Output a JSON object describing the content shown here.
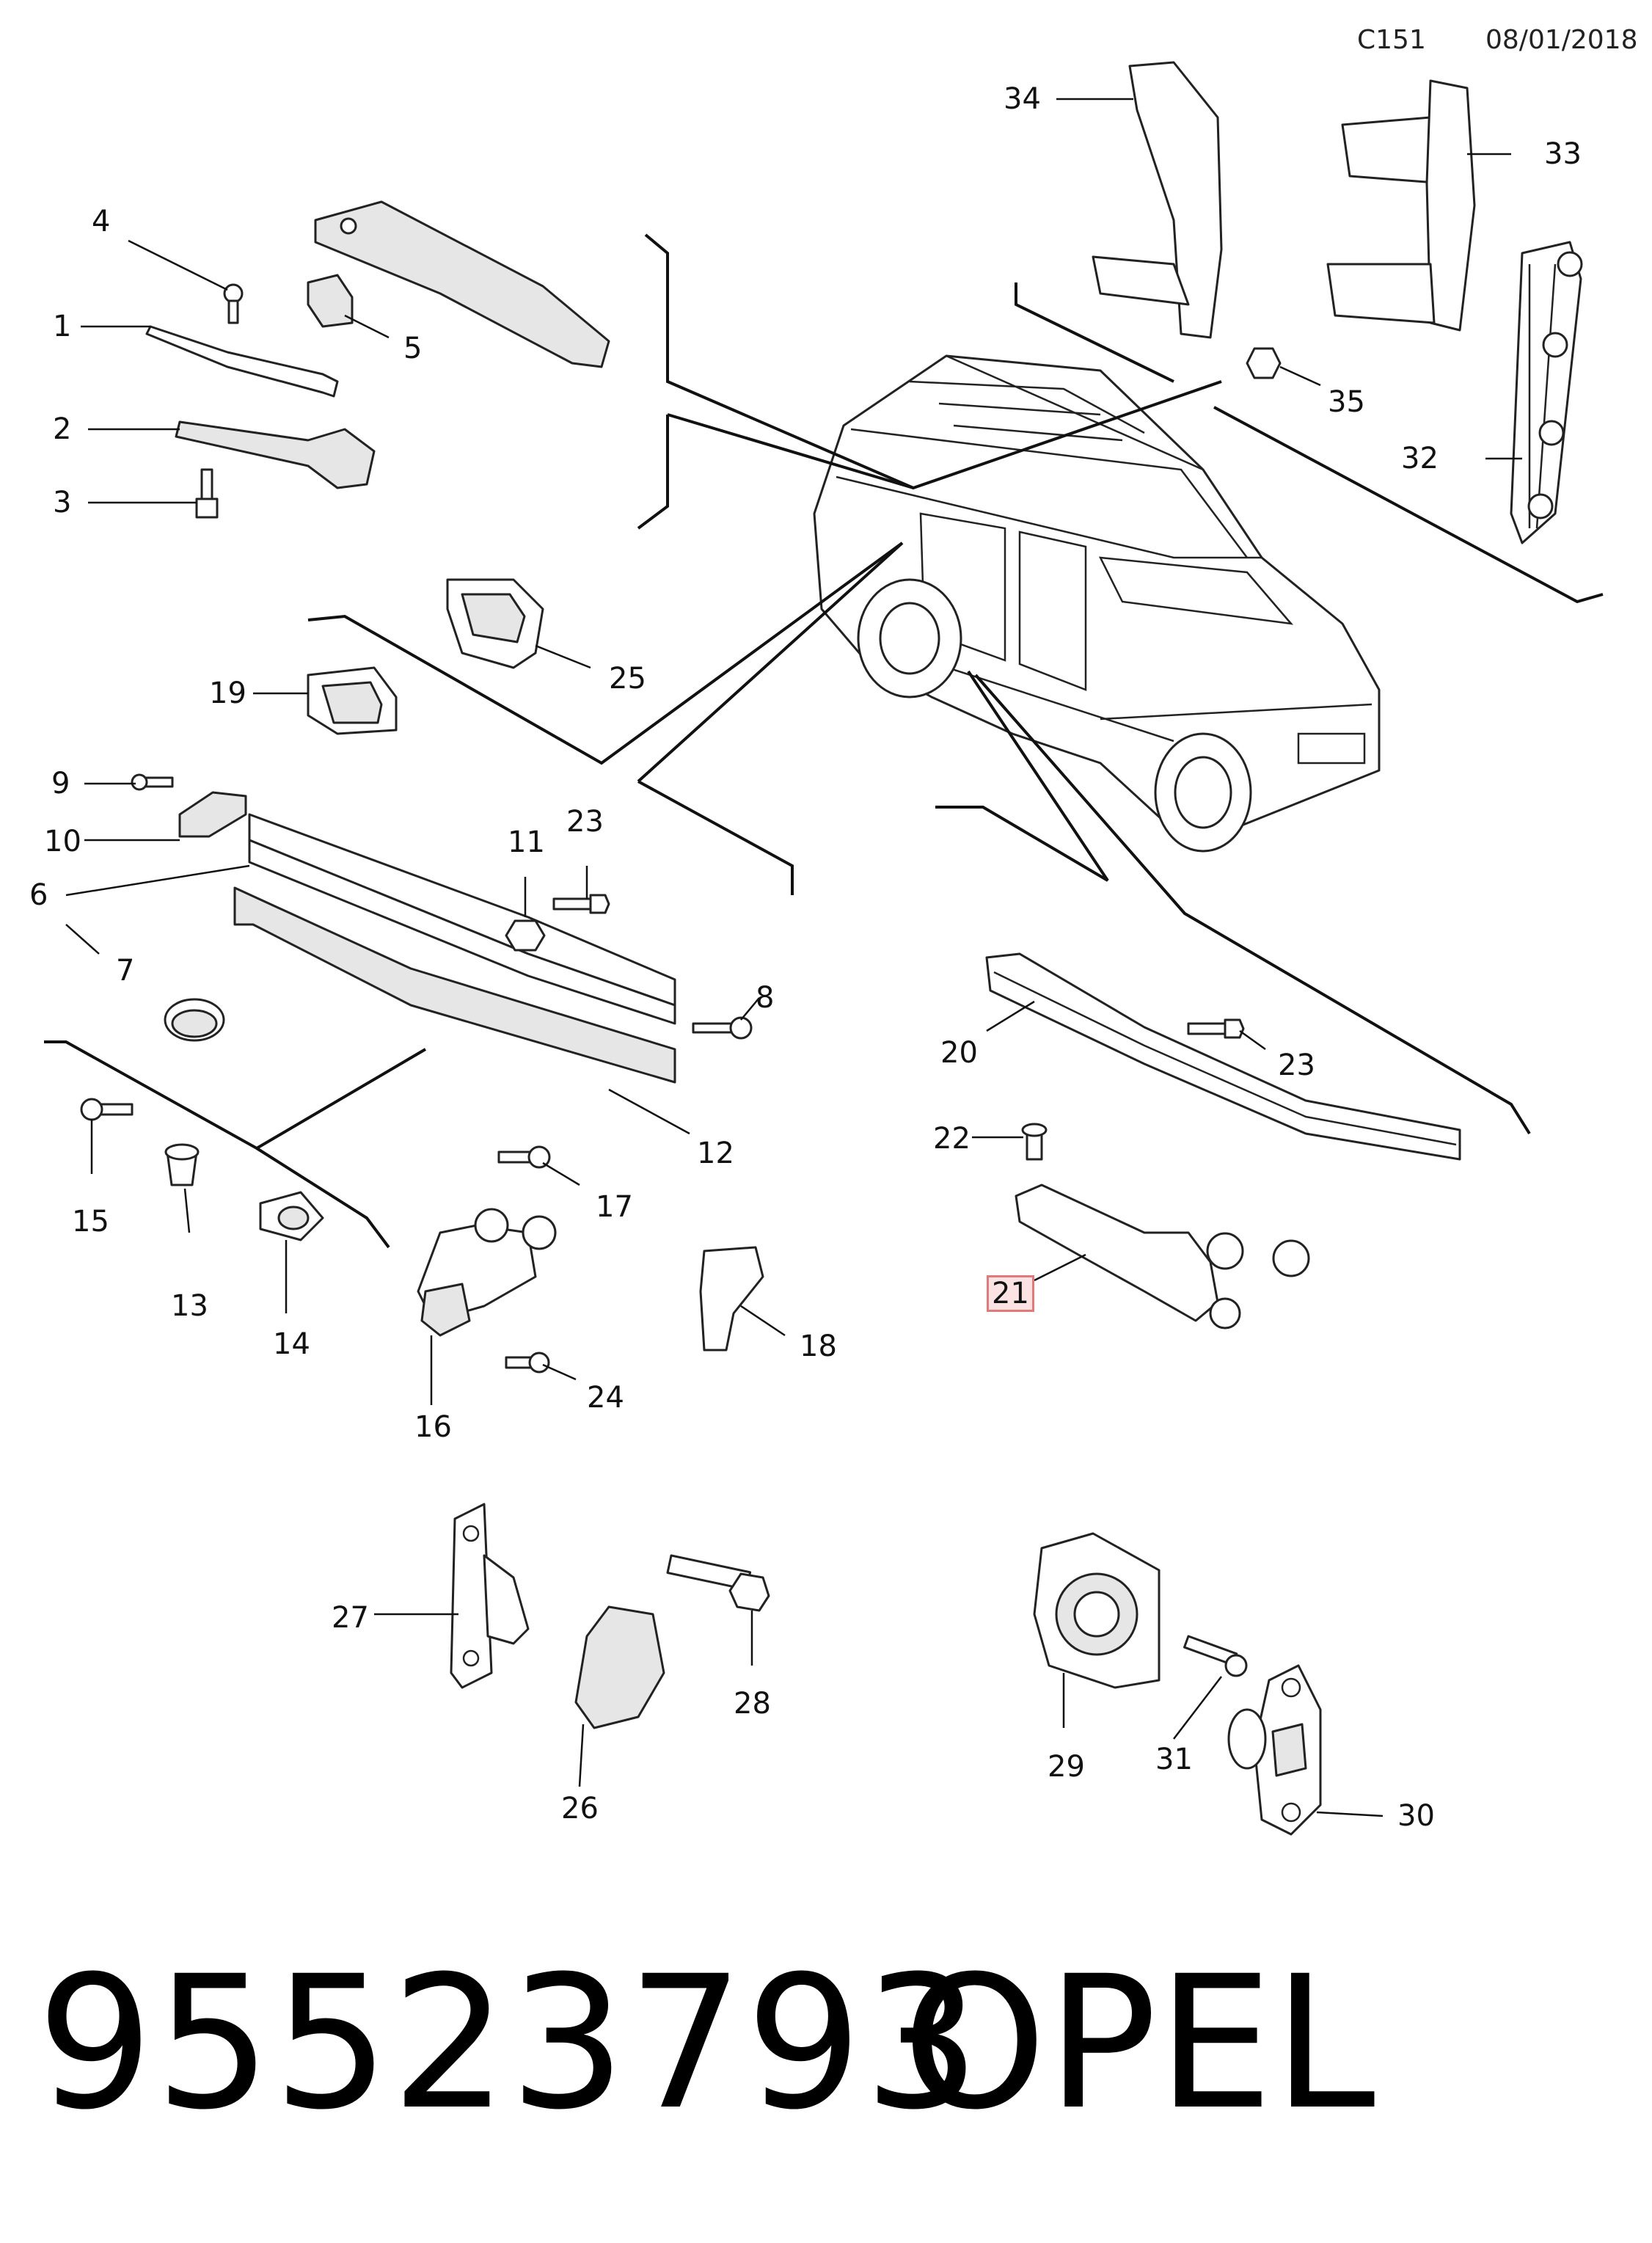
{
  "header": {
    "code": "C151",
    "date": "08/01/2018"
  },
  "footer": {
    "part_number": "95523793",
    "brand": "OPEL"
  },
  "callouts": [
    {
      "id": "c34",
      "label": "34",
      "highlight": false
    },
    {
      "id": "c33",
      "label": "33",
      "highlight": false
    },
    {
      "id": "c35",
      "label": "35",
      "highlight": false
    },
    {
      "id": "c32",
      "label": "32",
      "highlight": false
    },
    {
      "id": "c4",
      "label": "4",
      "highlight": false
    },
    {
      "id": "c1",
      "label": "1",
      "highlight": false
    },
    {
      "id": "c5",
      "label": "5",
      "highlight": false
    },
    {
      "id": "c2",
      "label": "2",
      "highlight": false
    },
    {
      "id": "c3",
      "label": "3",
      "highlight": false
    },
    {
      "id": "c25",
      "label": "25",
      "highlight": false
    },
    {
      "id": "c19",
      "label": "19",
      "highlight": false
    },
    {
      "id": "c9",
      "label": "9",
      "highlight": false
    },
    {
      "id": "c10",
      "label": "10",
      "highlight": false
    },
    {
      "id": "c6",
      "label": "6",
      "highlight": false
    },
    {
      "id": "c7",
      "label": "7",
      "highlight": false
    },
    {
      "id": "c11",
      "label": "11",
      "highlight": false
    },
    {
      "id": "c23a",
      "label": "23",
      "highlight": false
    },
    {
      "id": "c8",
      "label": "8",
      "highlight": false
    },
    {
      "id": "c12",
      "label": "12",
      "highlight": false
    },
    {
      "id": "c15",
      "label": "15",
      "highlight": false
    },
    {
      "id": "c13",
      "label": "13",
      "highlight": false
    },
    {
      "id": "c14",
      "label": "14",
      "highlight": false
    },
    {
      "id": "c17",
      "label": "17",
      "highlight": false
    },
    {
      "id": "c18",
      "label": "18",
      "highlight": false
    },
    {
      "id": "c24",
      "label": "24",
      "highlight": false
    },
    {
      "id": "c16",
      "label": "16",
      "highlight": false
    },
    {
      "id": "c20",
      "label": "20",
      "highlight": false
    },
    {
      "id": "c23b",
      "label": "23",
      "highlight": false
    },
    {
      "id": "c22",
      "label": "22",
      "highlight": false
    },
    {
      "id": "c21",
      "label": "21",
      "highlight": true
    },
    {
      "id": "c27",
      "label": "27",
      "highlight": false
    },
    {
      "id": "c28",
      "label": "28",
      "highlight": false
    },
    {
      "id": "c26",
      "label": "26",
      "highlight": false
    },
    {
      "id": "c29",
      "label": "29",
      "highlight": false
    },
    {
      "id": "c31",
      "label": "31",
      "highlight": false
    },
    {
      "id": "c30",
      "label": "30",
      "highlight": false
    }
  ]
}
